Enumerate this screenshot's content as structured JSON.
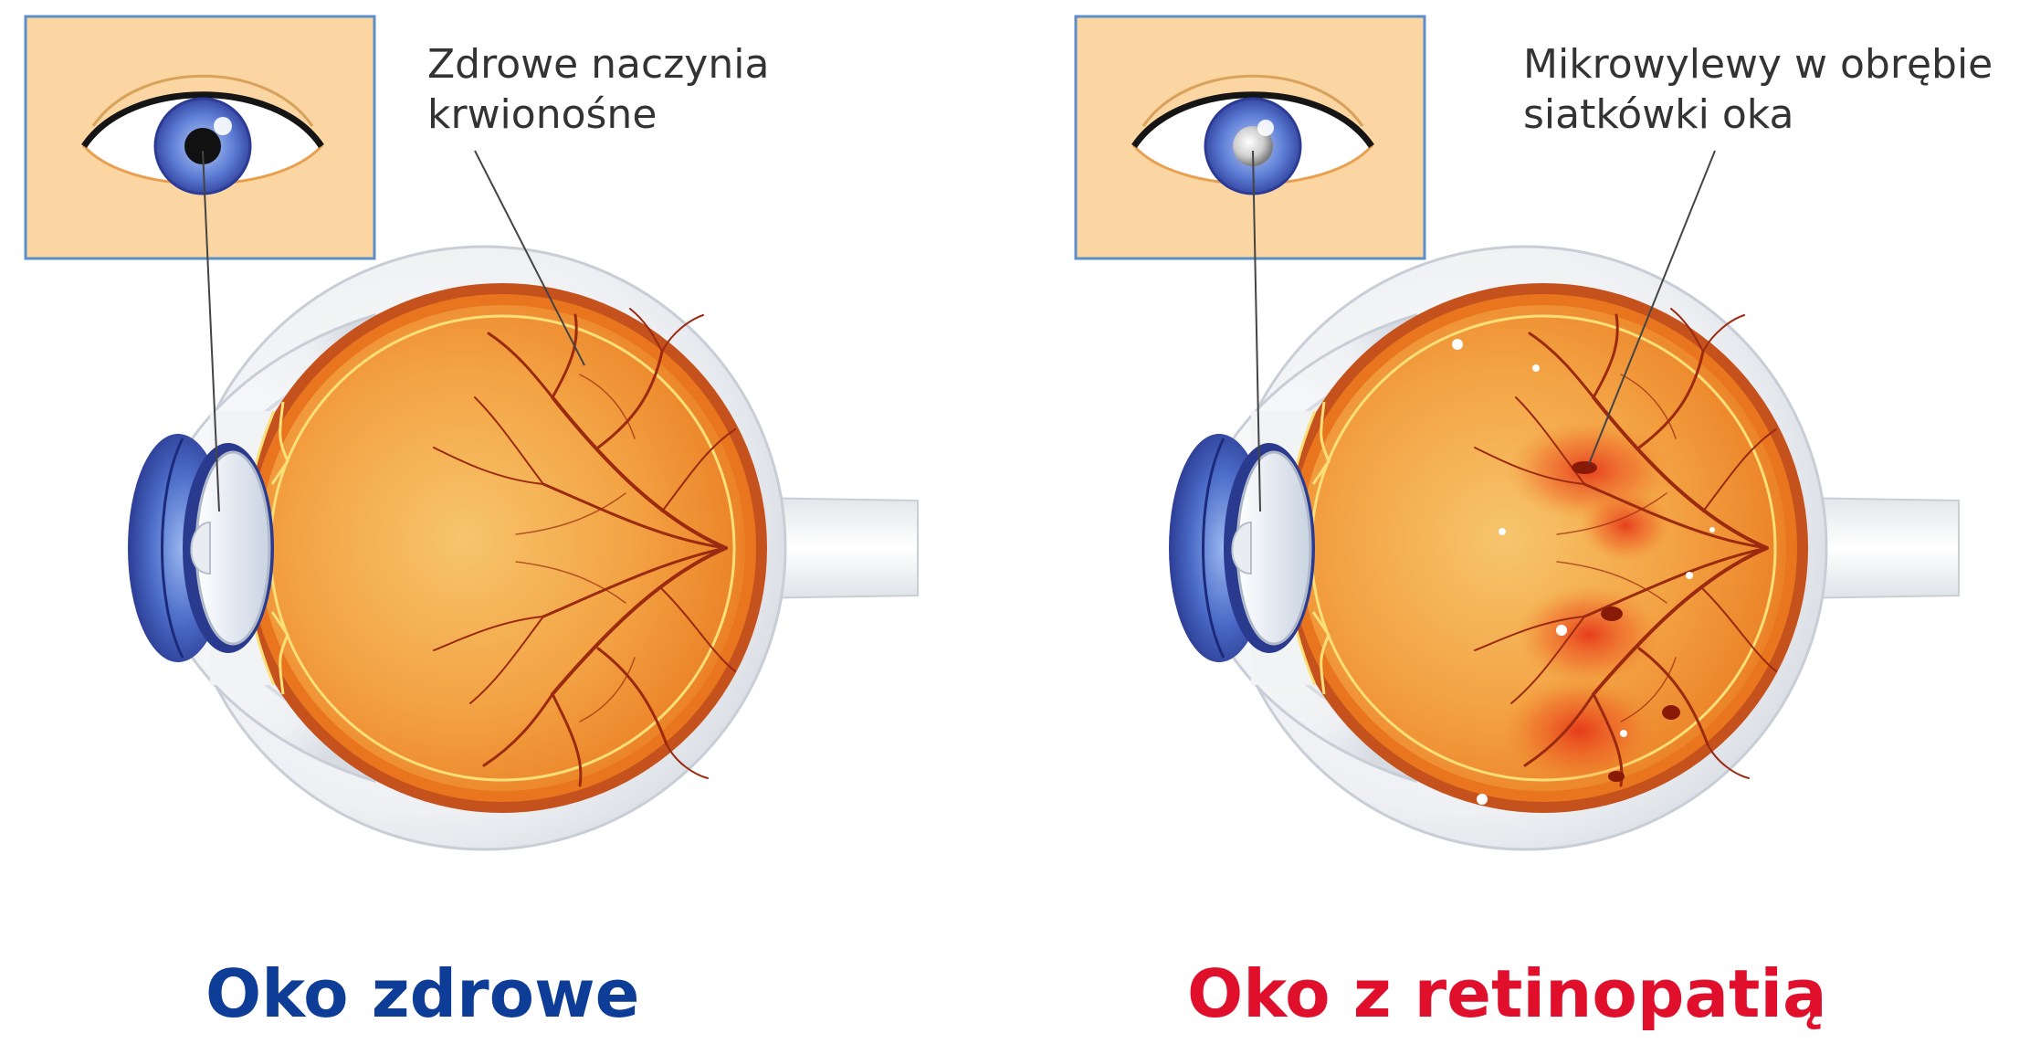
{
  "healthy": {
    "callout_line1": "Zdrowe naczynia",
    "callout_line2": "krwionośne",
    "caption": "Oko zdrowe"
  },
  "retinopathy": {
    "callout_line1": "Mikrowylewy w obrębie",
    "callout_line2": "siatkówki oka",
    "caption": "Oko z retinopatią"
  },
  "colors": {
    "healthy_caption": "#0d3d97",
    "retinopathy_caption": "#e0102c",
    "retina_orange": "#f08a2a",
    "vessel": "#9b2a10",
    "hemorrhage": "#e0301a",
    "inset_bg": "#fbd5a2",
    "inset_border": "#5b8fc9",
    "iris_blue": "#3a55b0"
  }
}
